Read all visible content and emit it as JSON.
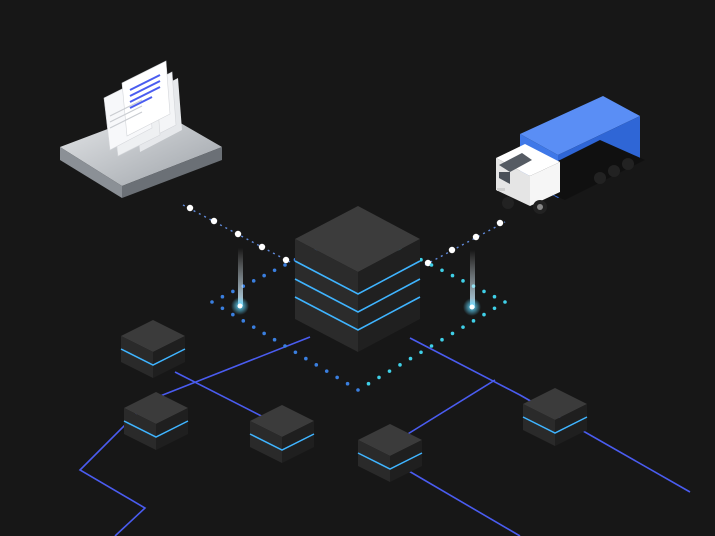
{
  "scene": {
    "background": "#171717",
    "accent_line": "#4a5cf0",
    "accent_glow": "#3cc8ff",
    "node_count": 6,
    "hub": "server-hub",
    "endpoints": [
      "document-stack",
      "delivery-truck"
    ]
  },
  "colors": {
    "cube_top": "#3b3b3b",
    "cube_left": "#2a2a2a",
    "cube_right": "#1f1f1f",
    "cube_stripe": "#3fb4ff",
    "truck_cargo": "#3f78e8",
    "truck_cab": "#f2f2f2",
    "platform": "#bfc3c8",
    "paper": "#f4f5f7",
    "doc_text": "#4a5cf0",
    "dot": "#ffffff",
    "dot_cyan": "#3fd0e8"
  },
  "icons": [
    "document-stack-icon",
    "truck-icon",
    "server-cube-icon",
    "node-cube-icon"
  ]
}
